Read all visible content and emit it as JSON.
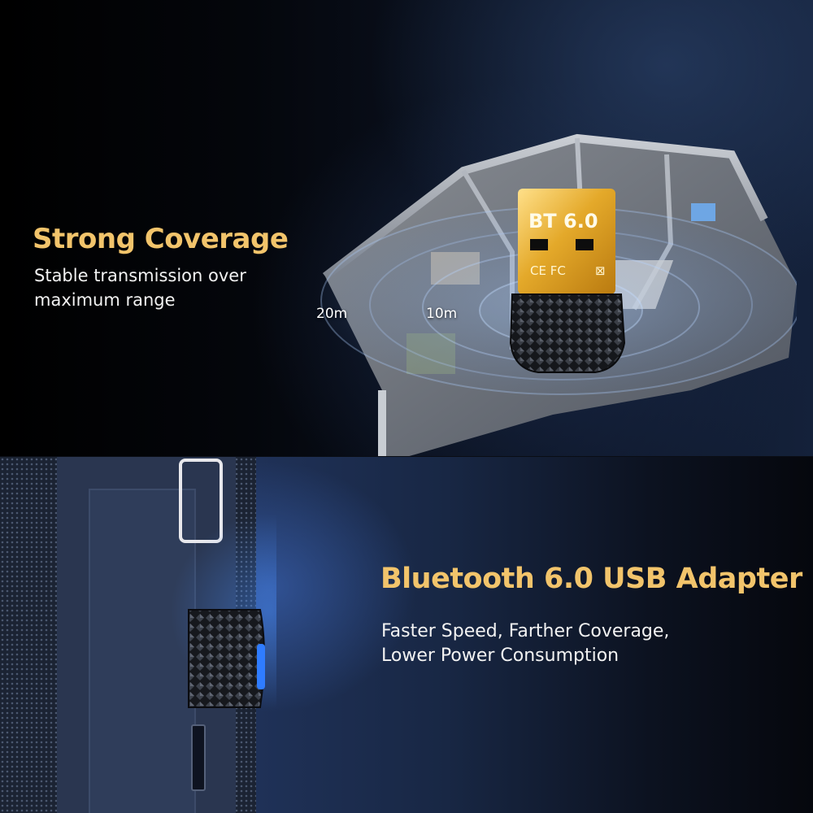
{
  "coverage": {
    "title": "Strong Coverage",
    "subtitle": "Stable transmission over maximum range",
    "ranges": [
      "20m",
      "10m"
    ]
  },
  "device": {
    "chip_label": "BT 6.0",
    "cert_marks": "CE FC"
  },
  "adapter": {
    "title": "Bluetooth 6.0 USB Adapter",
    "subtitle": "Faster Speed, Farther Coverage, Lower Power Consumption"
  },
  "colors": {
    "accent_gold": "#f2c46b",
    "text_white": "#f2f2f2",
    "signal_blue": "#2f7cff"
  }
}
